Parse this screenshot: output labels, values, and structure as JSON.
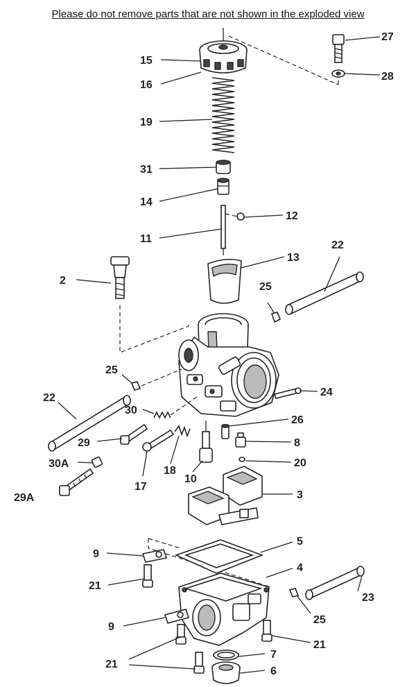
{
  "header": {
    "note": "Please do not remove parts that are not shown in the exploded view"
  },
  "labels": {
    "p27": "27",
    "p28": "28",
    "p15": "15",
    "p16": "16",
    "p19": "19",
    "p31": "31",
    "p14": "14",
    "p12": "12",
    "p11": "11",
    "p22a": "22",
    "p13": "13",
    "p2": "2",
    "p25a": "25",
    "p25b": "25",
    "p24": "24",
    "p22b": "22",
    "p30": "30",
    "p26": "26",
    "p29": "29",
    "p8": "8",
    "p20": "20",
    "p30a": "30A",
    "p17": "17",
    "p18": "18",
    "p10": "10",
    "p29a": "29A",
    "p3": "3",
    "p5": "5",
    "p9a": "9",
    "p4": "4",
    "p21a": "21",
    "p23": "23",
    "p25c": "25",
    "p9b": "9",
    "p21b": "21",
    "p7": "7",
    "p21c": "21",
    "p6": "6"
  },
  "colors": {
    "ink": "#222222",
    "background": "#ffffff"
  }
}
